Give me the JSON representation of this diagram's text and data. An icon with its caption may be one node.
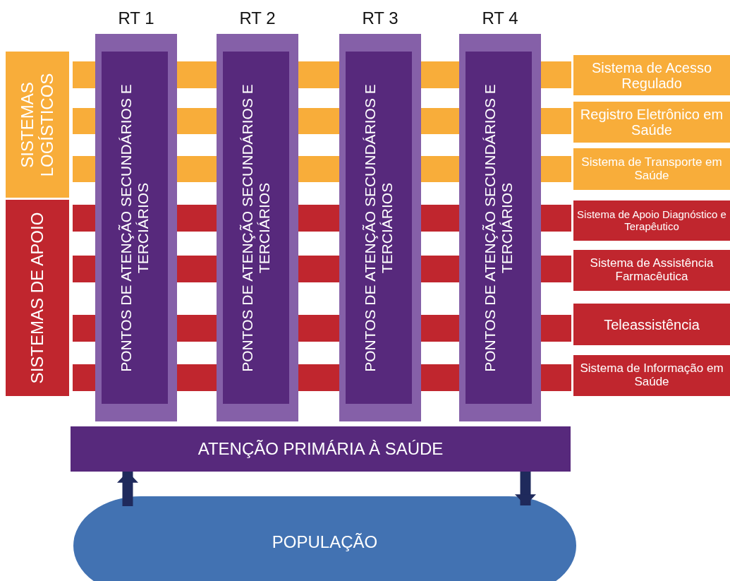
{
  "diagram": {
    "nodes": [
      {
        "text": [
          "SISTEMAS LOGÍSTICOS"
        ]
      },
      {
        "text": [
          "SISTEMAS DE APOIO"
        ]
      },
      {
        "text": [
          "RT 1"
        ]
      },
      {
        "text": [
          "PONTOS DE ATENÇÃO SECUNDÁRIOS E TERCIÁRIOS"
        ],
        "in": 2
      },
      {
        "text": [
          "RT 2"
        ]
      },
      {
        "text": [
          "PONTOS DE ATENÇÃO SECUNDÁRIOS E TERCIÁRIOS"
        ],
        "in": 4
      },
      {
        "text": [
          "RT 3"
        ]
      },
      {
        "text": [
          "PONTOS DE ATENÇÃO SECUNDÁRIOS E TERCIÁRIOS"
        ],
        "in": 6
      },
      {
        "text": [
          "RT 4"
        ]
      },
      {
        "text": [
          "PONTOS DE ATENÇÃO SECUNDÁRIOS E TERCIÁRIOS"
        ],
        "in": 8
      },
      {
        "text": [
          "Sistema de Acesso Regulado"
        ]
      },
      {
        "text": [
          "Registro Eletrônico em Saúde"
        ]
      },
      {
        "text": [
          "Sistema de Transporte em Saúde"
        ]
      },
      {
        "text": [
          "Sistema de Apoio Diagnóstico e Terapêutico"
        ]
      },
      {
        "text": [
          "Sistema de Assistência Farmacêutica"
        ]
      },
      {
        "text": [
          "Teleassistência"
        ]
      },
      {
        "text": [
          "Sistema de Informação em Saúde"
        ]
      },
      {
        "text": [
          "ATENÇÃO PRIMÁRIA À SAÚDE"
        ]
      },
      {
        "text": [
          "POPULAÇÃO"
        ]
      }
    ],
    "edges": [
      {
        "from": 18,
        "to": 17,
        "arrow": "to"
      },
      {
        "from": 17,
        "to": 18,
        "arrow": "to"
      }
    ]
  }
}
